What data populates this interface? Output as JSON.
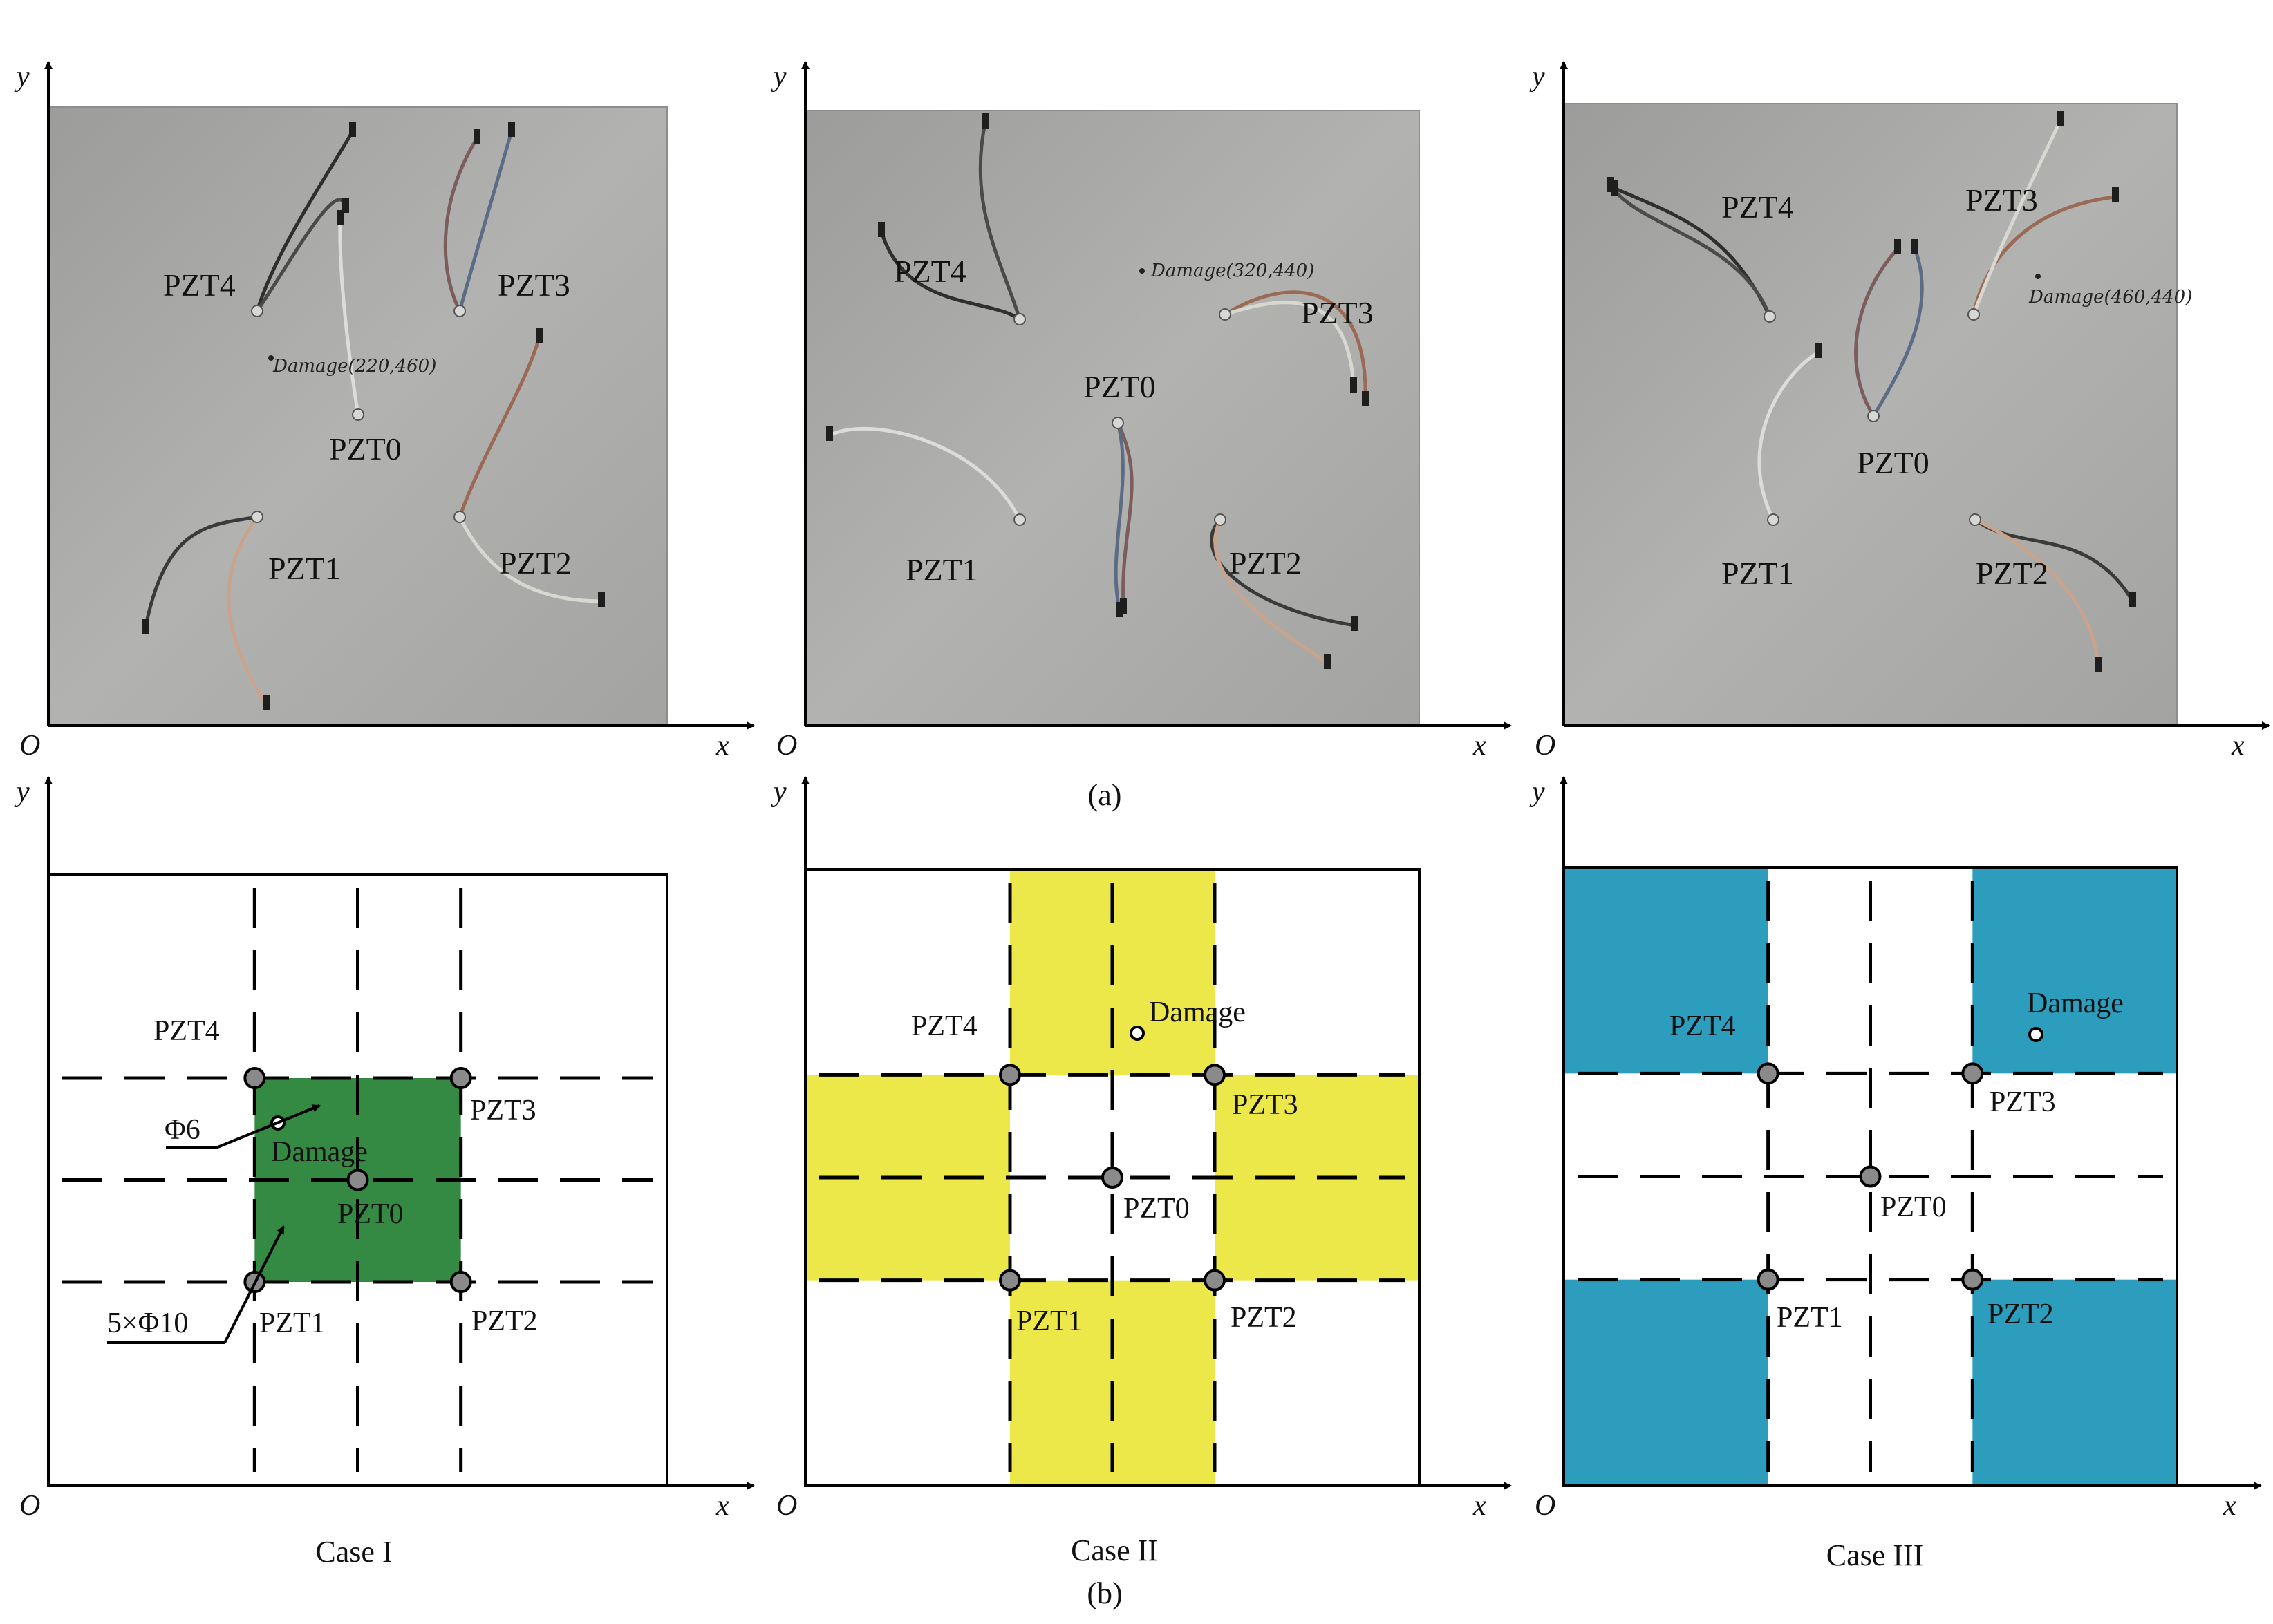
{
  "panel_labels": {
    "a": "(a)",
    "b": "(b)"
  },
  "axes": {
    "origin": "O",
    "x": "x",
    "y": "y"
  },
  "sensors": {
    "pzt0": "PZT0",
    "pzt1": "PZT1",
    "pzt2": "PZT2",
    "pzt3": "PZT3",
    "pzt4": "PZT4"
  },
  "photos": [
    {
      "note": "Damage(220,460)"
    },
    {
      "note": "Damage(320,440)"
    },
    {
      "note": "Damage(460,440)"
    }
  ],
  "schematics": [
    {
      "case": "Case I",
      "damage_label": "Damage",
      "hole_label": "Φ6",
      "sensor_label": "5×Φ10",
      "fill": "#358a43"
    },
    {
      "case": "Case II",
      "damage_label": "Damage",
      "fill": "#ece84a"
    },
    {
      "case": "Case III",
      "damage_label": "Damage",
      "fill": "#2d9dbd"
    }
  ],
  "colors": {
    "sensor": "#8a8a8a",
    "plate_photo": "#a9a9a7",
    "axis": "#000000"
  }
}
